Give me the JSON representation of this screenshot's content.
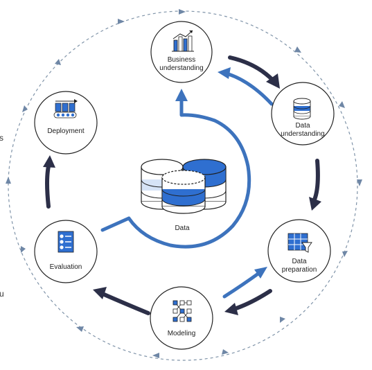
{
  "diagram": {
    "center": {
      "label": "Data"
    },
    "nodes": {
      "business_understanding": {
        "line1": "Business",
        "line2": "understanding"
      },
      "data_understanding": {
        "line1": "Data",
        "line2": "understanding"
      },
      "data_preparation": {
        "line1": "Data",
        "line2": "preparation"
      },
      "modeling": {
        "label": "Modeling"
      },
      "evaluation": {
        "label": "Evaluation"
      },
      "deployment": {
        "label": "Deployment"
      }
    },
    "edge_text": {
      "left_top": "s",
      "left_bottom": "u"
    },
    "colors": {
      "blue": "#2f6fd0",
      "light_blue": "#d6e4f7",
      "dark": "#2c2f48",
      "arrow_blue": "#3d73bd",
      "dash": "#7f93a8",
      "circle": "#222222"
    }
  }
}
